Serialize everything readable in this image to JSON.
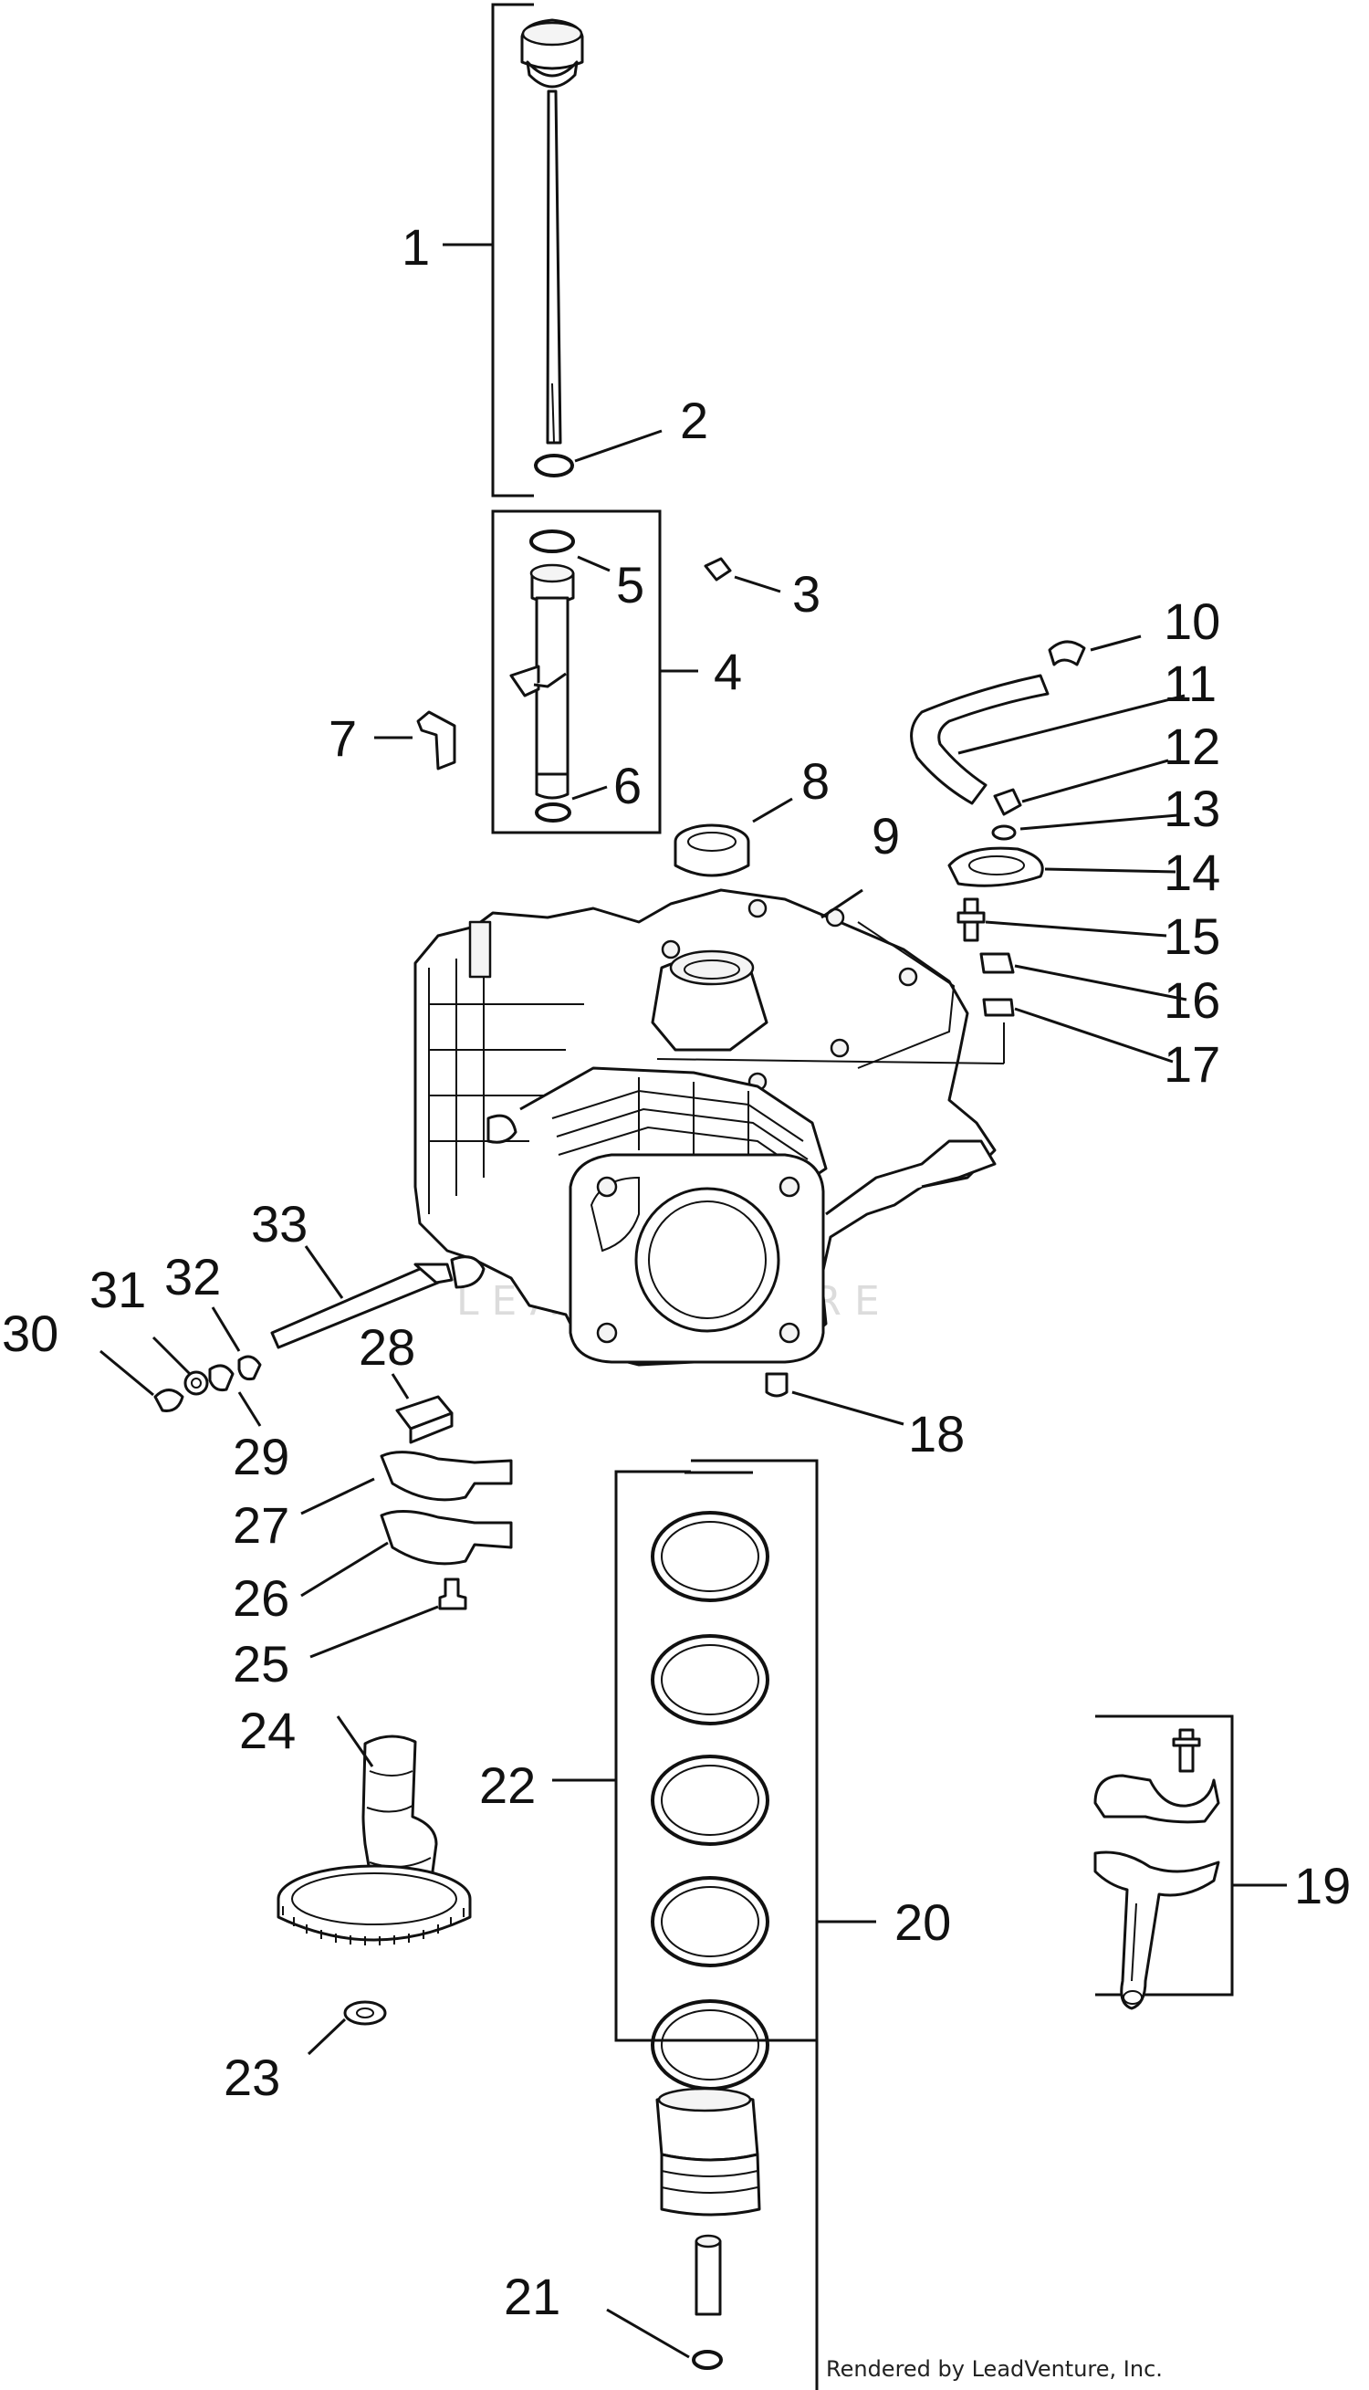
{
  "callouts": [
    {
      "id": "1",
      "label": "1"
    },
    {
      "id": "2",
      "label": "2"
    },
    {
      "id": "3",
      "label": "3"
    },
    {
      "id": "4",
      "label": "4"
    },
    {
      "id": "5",
      "label": "5"
    },
    {
      "id": "6",
      "label": "6"
    },
    {
      "id": "7",
      "label": "7"
    },
    {
      "id": "8",
      "label": "8"
    },
    {
      "id": "9",
      "label": "9"
    },
    {
      "id": "10",
      "label": "10"
    },
    {
      "id": "11",
      "label": "11"
    },
    {
      "id": "12",
      "label": "12"
    },
    {
      "id": "13",
      "label": "13"
    },
    {
      "id": "14",
      "label": "14"
    },
    {
      "id": "15",
      "label": "15"
    },
    {
      "id": "16",
      "label": "16"
    },
    {
      "id": "17",
      "label": "17"
    },
    {
      "id": "18",
      "label": "18"
    },
    {
      "id": "19",
      "label": "19"
    },
    {
      "id": "20",
      "label": "20"
    },
    {
      "id": "21",
      "label": "21"
    },
    {
      "id": "22",
      "label": "22"
    },
    {
      "id": "23",
      "label": "23"
    },
    {
      "id": "24",
      "label": "24"
    },
    {
      "id": "25",
      "label": "25"
    },
    {
      "id": "26",
      "label": "26"
    },
    {
      "id": "27",
      "label": "27"
    },
    {
      "id": "28",
      "label": "28"
    },
    {
      "id": "29",
      "label": "29"
    },
    {
      "id": "30",
      "label": "30"
    },
    {
      "id": "31",
      "label": "31"
    },
    {
      "id": "32",
      "label": "32"
    },
    {
      "id": "33",
      "label": "33"
    }
  ],
  "watermark": "LEADVENTURE",
  "credit": "Rendered by LeadVenture, Inc."
}
